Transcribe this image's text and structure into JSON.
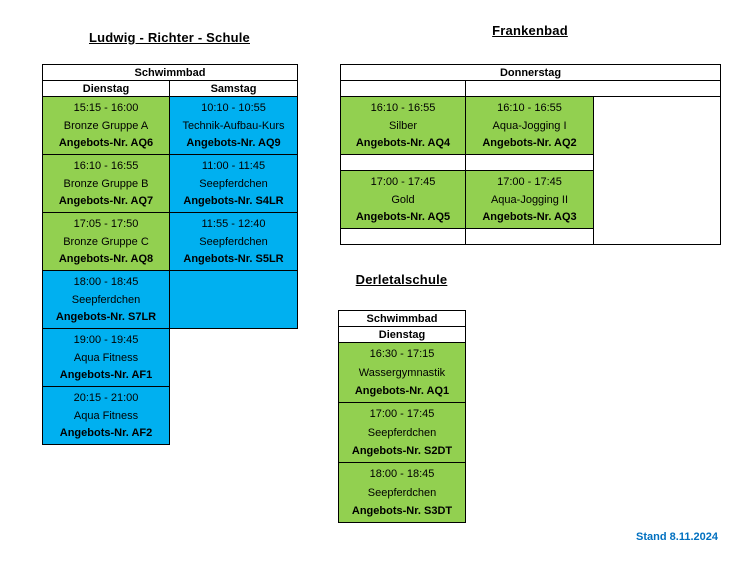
{
  "page": {
    "background": "#ffffff",
    "stand_label": "Stand 8.11.2024"
  },
  "colors": {
    "green_cell": "#92D050",
    "blue_cell": "#00B0F0",
    "border": "#000000",
    "stand_text": "#0070C0",
    "text": "#000000"
  },
  "sections": {
    "ludwig": {
      "title": "Ludwig - Richter - Schule",
      "table": {
        "header": "Schwimmbad",
        "day_headers": [
          "Dienstag",
          "Samstag"
        ],
        "rows": [
          {
            "cells": [
              {
                "bg": "green",
                "time": "15:15 - 16:00",
                "name": "Bronze Gruppe A",
                "nr": "Angebots-Nr. AQ6"
              },
              {
                "bg": "blue",
                "time": "10:10 - 10:55",
                "name": "Technik-Aufbau-Kurs",
                "nr": "Angebots-Nr. AQ9"
              }
            ]
          },
          {
            "cells": [
              {
                "bg": "green",
                "time": "16:10 - 16:55",
                "name": "Bronze Gruppe B",
                "nr": "Angebots-Nr. AQ7"
              },
              {
                "bg": "blue",
                "time": "11:00 - 11:45",
                "name": "Seepferdchen",
                "nr": "Angebots-Nr. S4LR"
              }
            ]
          },
          {
            "cells": [
              {
                "bg": "green",
                "time": "17:05 - 17:50",
                "name": "Bronze Gruppe C",
                "nr": "Angebots-Nr. AQ8"
              },
              {
                "bg": "blue",
                "time": "11:55 - 12:40",
                "name": "Seepferdchen",
                "nr": "Angebots-Nr. S5LR"
              }
            ]
          },
          {
            "cells": [
              {
                "bg": "blue",
                "time": "18:00 - 18:45",
                "name": "Seepferdchen",
                "nr": "Angebots-Nr. S7LR"
              },
              {
                "bg": "blue",
                "time": "",
                "name": "",
                "nr": ""
              }
            ]
          },
          {
            "cells": [
              {
                "bg": "blue",
                "time": "19:00 - 19:45",
                "name": "Aqua Fitness",
                "nr": "Angebots-Nr. AF1"
              },
              null
            ]
          },
          {
            "cells": [
              {
                "bg": "blue",
                "time": "20:15 - 21:00",
                "name": "Aqua Fitness",
                "nr": "Angebots-Nr. AF2"
              },
              null
            ]
          }
        ]
      }
    },
    "frankenbad": {
      "title": "Frankenbad",
      "table": {
        "header": "Donnerstag",
        "rows": [
          {
            "cells": [
              {
                "bg": "green",
                "time": "16:10 - 16:55",
                "name": "Silber",
                "nr": "Angebots-Nr. AQ4"
              },
              {
                "bg": "green",
                "time": "16:10 - 16:55",
                "name": "Aqua-Jogging I",
                "nr": "Angebots-Nr. AQ2"
              }
            ]
          },
          {
            "cells": [
              {
                "bg": "green",
                "time": "17:00 - 17:45",
                "name": "Gold",
                "nr": "Angebots-Nr. AQ5"
              },
              {
                "bg": "green",
                "time": "17:00 - 17:45",
                "name": "Aqua-Jogging II",
                "nr": "Angebots-Nr. AQ3"
              }
            ]
          }
        ]
      }
    },
    "derletal": {
      "title": "Derletalschule",
      "table": {
        "header": "Schwimmbad",
        "day_header": "Dienstag",
        "rows": [
          {
            "bg": "green",
            "time": "16:30 - 17:15",
            "name": "Wassergymnastik",
            "nr": "Angebots-Nr. AQ1"
          },
          {
            "bg": "green",
            "time": "17:00 - 17:45",
            "name": "Seepferdchen",
            "nr": "Angebots-Nr. S2DT"
          },
          {
            "bg": "green",
            "time": "18:00 - 18:45",
            "name": "Seepferdchen",
            "nr": "Angebots-Nr. S3DT"
          }
        ]
      }
    }
  }
}
